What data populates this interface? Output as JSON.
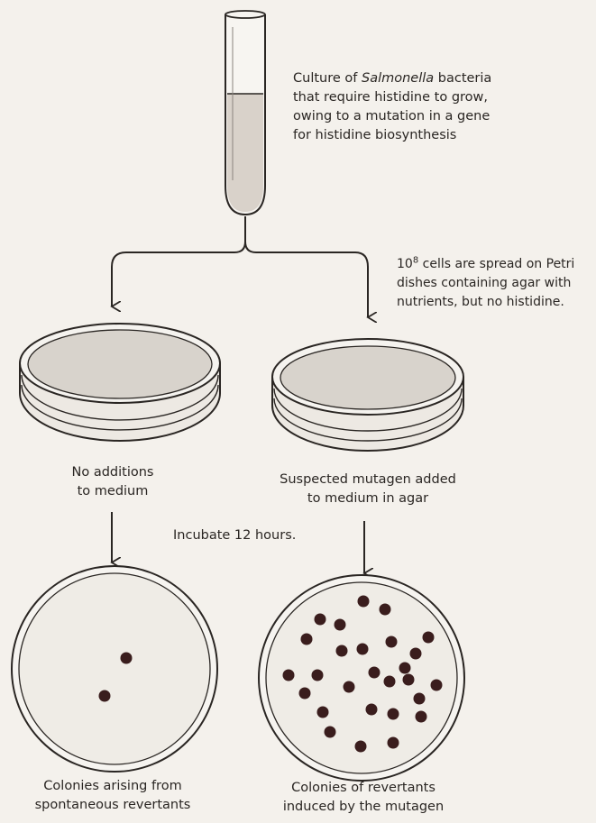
{
  "culture_label": {
    "line1_pre": "Culture of ",
    "line1_italic": "Salmonella",
    "line1_post": " bacteria",
    "line2": "that require histidine to grow,",
    "line3": "owing to a mutation in a gene",
    "line4": "for histidine biosynthesis"
  },
  "spread_label": {
    "base": "10",
    "exponent": "8",
    "line1_rest": " cells are spread on Petri",
    "line2": "dishes containing agar with",
    "line3": "nutrients, but no histidine."
  },
  "left_dish_label": {
    "line1": "No additions",
    "line2": "to medium"
  },
  "right_dish_label": {
    "line1": "Suspected mutagen added",
    "line2": "to medium in agar"
  },
  "incubate_label": "Incubate 12 hours.",
  "left_result_label": {
    "line1": "Colonies arising from",
    "line2": "spontaneous revertants"
  },
  "right_result_label": {
    "line1": "Colonies of revertants",
    "line2": "induced by the mutagen"
  },
  "colors": {
    "ink": "#2a2623",
    "paper": "#f4f1ec",
    "agar": "#d8d3cc",
    "colony": "#3a1d1d"
  }
}
